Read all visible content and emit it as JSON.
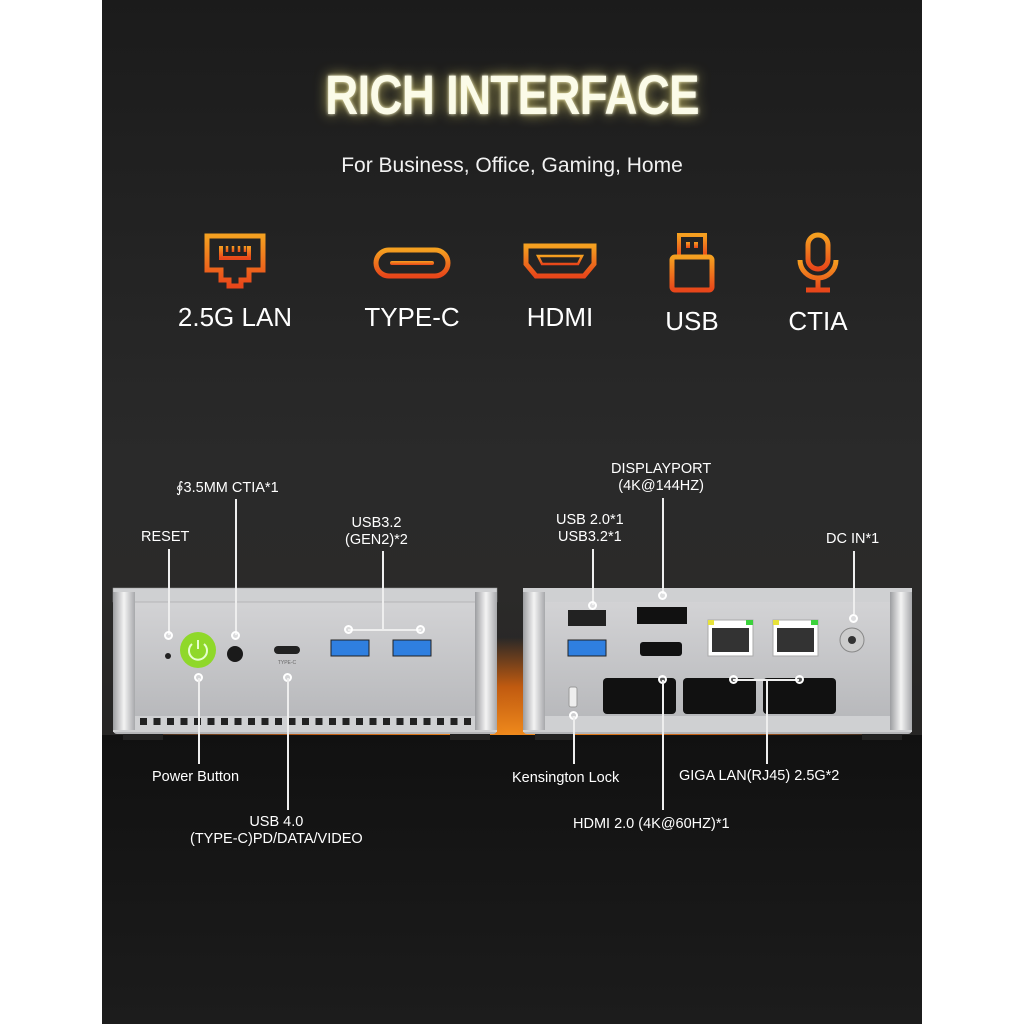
{
  "title": "RICH INTERFACE",
  "subtitle": "For Business, Office, Gaming, Home",
  "features": [
    {
      "label": "2.5G LAN",
      "icon": "ethernet-port-icon"
    },
    {
      "label": "TYPE-C",
      "icon": "usb-c-port-icon"
    },
    {
      "label": "HDMI",
      "icon": "hdmi-port-icon"
    },
    {
      "label": "USB",
      "icon": "usb-plug-icon"
    },
    {
      "label": "CTIA",
      "icon": "microphone-icon"
    }
  ],
  "front": {
    "reset": "RESET",
    "audio": "∮3.5MM CTIA*1",
    "usb32_line1": "USB3.2",
    "usb32_line2": "(GEN2)*2",
    "power": "Power Button",
    "usb4_line1": "USB 4.0",
    "usb4_line2": "(TYPE-C)PD/DATA/VIDEO",
    "typec_port_text": "TYPE-C"
  },
  "rear": {
    "dp_line1": "DISPLAYPORT",
    "dp_line2": "(4K@144HZ)",
    "usb_line1": "USB 2.0*1",
    "usb_line2": "USB3.2*1",
    "dc": "DC IN*1",
    "kensington": "Kensington Lock",
    "lan": "GIGA LAN(RJ45) 2.5G*2",
    "hdmi": "HDMI 2.0 (4K@60HZ)*1"
  },
  "colors": {
    "accent": "#f07a1a",
    "power_button": "#8fd82a",
    "usb3_blue": "#2f7fe0"
  }
}
